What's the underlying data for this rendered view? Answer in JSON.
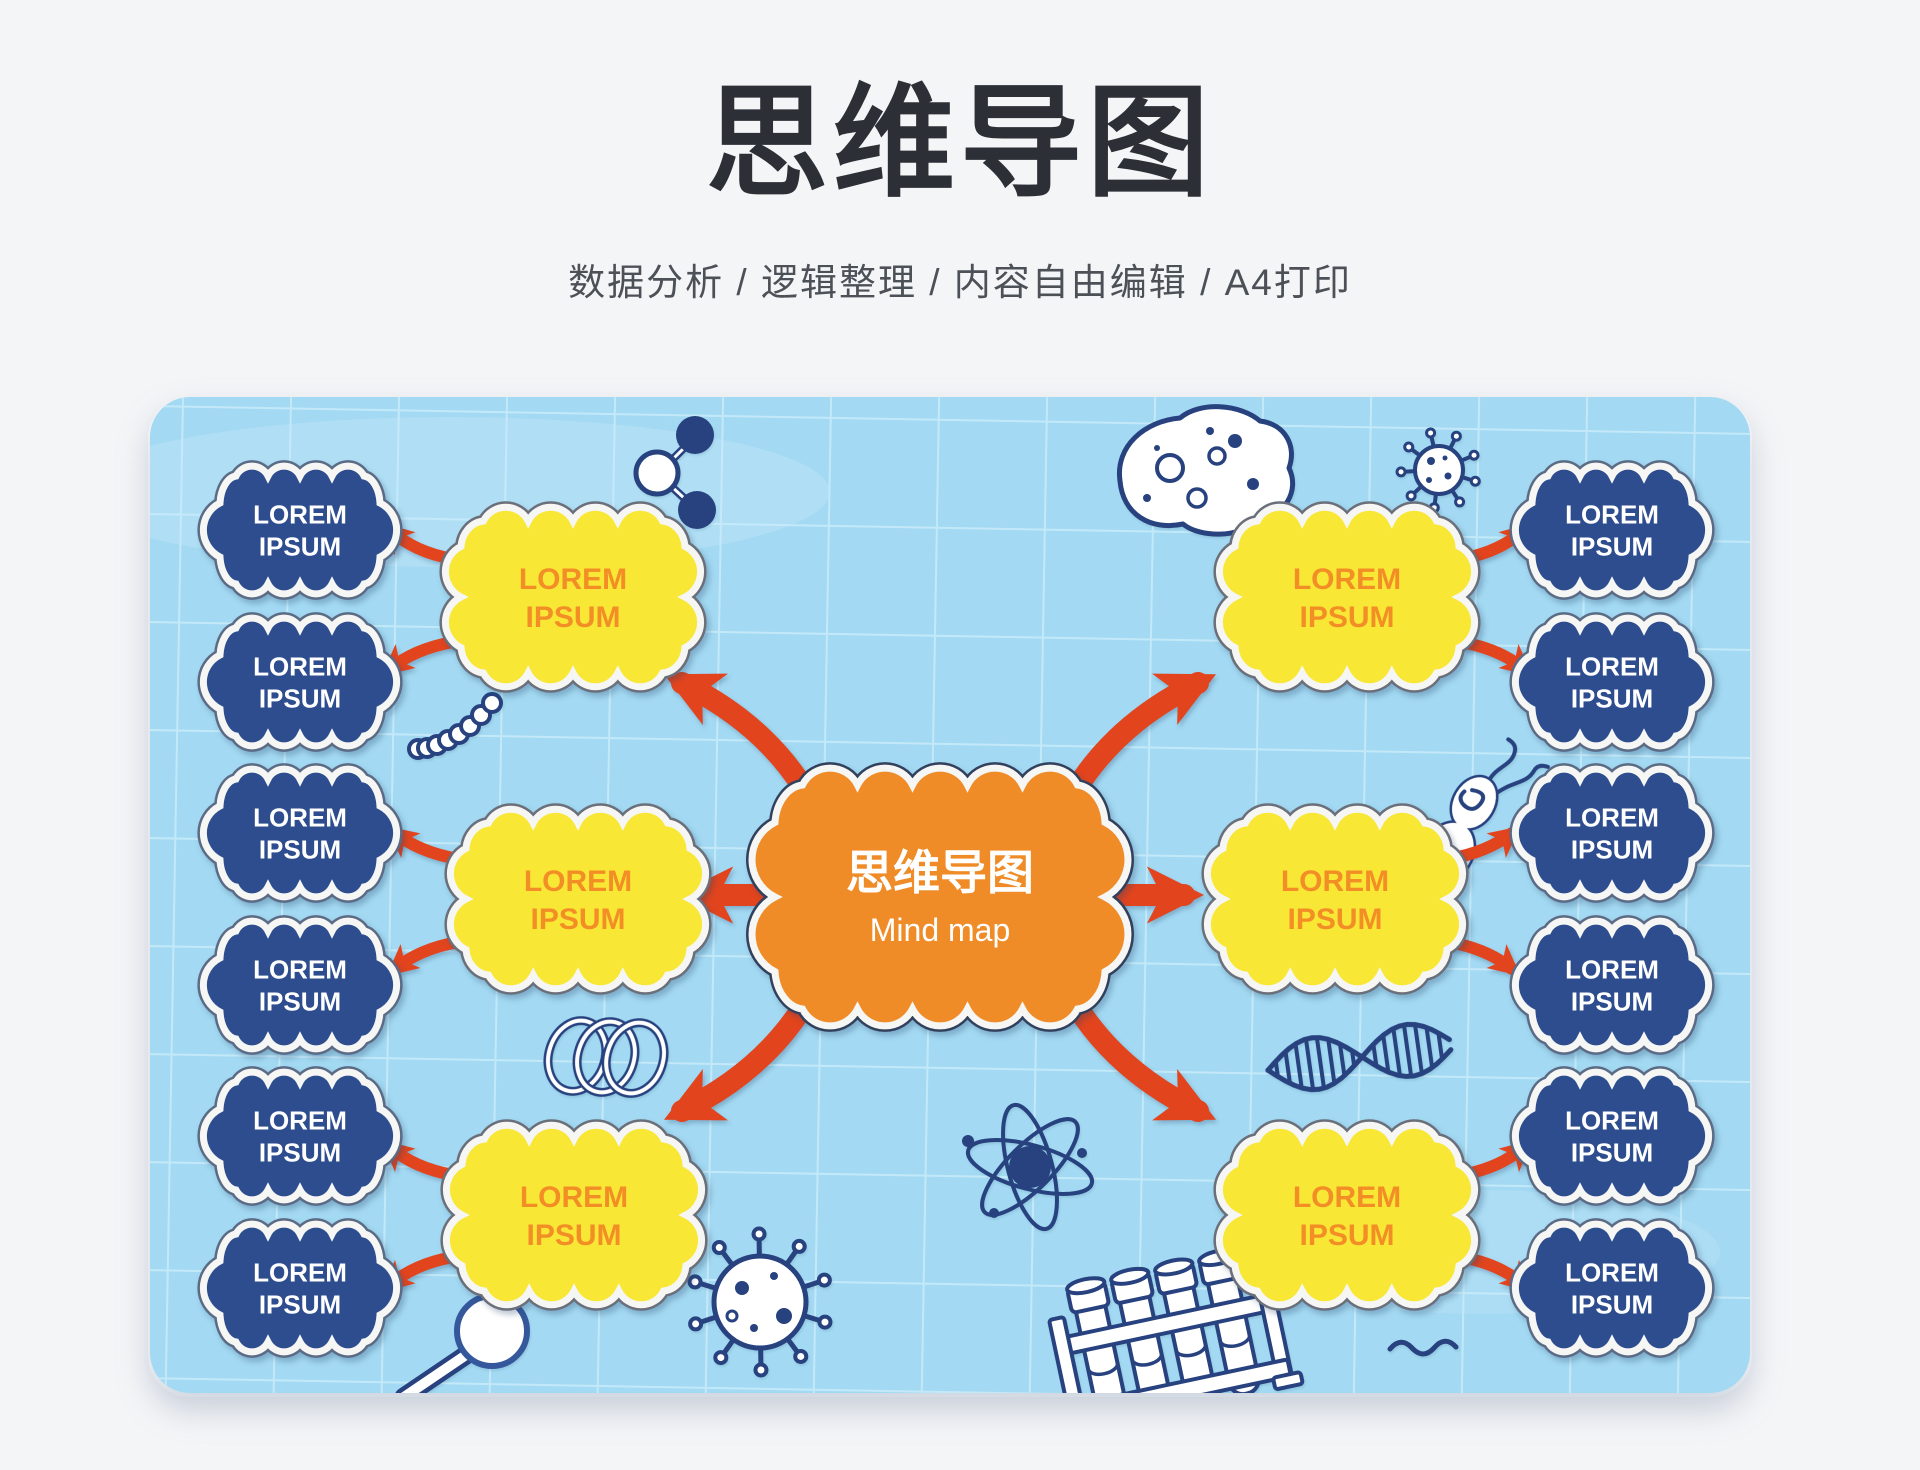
{
  "page": {
    "title": "思维导图",
    "subtitle": "数据分析 / 逻辑整理 / 内容自由编辑 / A4打印"
  },
  "mindmap": {
    "center": {
      "title": "思维导图",
      "subtitle": "Mind map"
    },
    "left_branches": [
      {
        "label": "LOREM IPSUM",
        "children": [
          {
            "label": "LOREM IPSUM"
          },
          {
            "label": "LOREM IPSUM"
          }
        ]
      },
      {
        "label": "LOREM IPSUM",
        "children": [
          {
            "label": "LOREM IPSUM"
          },
          {
            "label": "LOREM IPSUM"
          }
        ]
      },
      {
        "label": "LOREM IPSUM",
        "children": [
          {
            "label": "LOREM IPSUM"
          },
          {
            "label": "LOREM IPSUM"
          }
        ]
      }
    ],
    "right_branches": [
      {
        "label": "LOREM IPSUM",
        "children": [
          {
            "label": "LOREM IPSUM"
          },
          {
            "label": "LOREM IPSUM"
          }
        ]
      },
      {
        "label": "LOREM IPSUM",
        "children": [
          {
            "label": "LOREM IPSUM"
          },
          {
            "label": "LOREM IPSUM"
          }
        ]
      },
      {
        "label": "LOREM IPSUM",
        "children": [
          {
            "label": "LOREM IPSUM"
          },
          {
            "label": "LOREM IPSUM"
          }
        ]
      }
    ]
  },
  "doodles": [
    "molecule",
    "bead-chain",
    "amoeba",
    "virus",
    "bacteria",
    "spiral",
    "magnifier",
    "big-virus",
    "atom",
    "dna-helix",
    "test-tube-rack",
    "squiggle"
  ],
  "colors": {
    "title_text": "#2c3036",
    "subtitle_text": "#4c5158",
    "panel_bg": "#a3d9f2",
    "grid_line": "#c9ecfb",
    "center_fill": "#ef8c28",
    "center_text": "#ffffff",
    "center_outline": "#32405c",
    "branch_fill": "#f9e736",
    "branch_text": "#f28e25",
    "branch_outline": "#6a6f7a",
    "leaf_fill": "#2d4d8f",
    "leaf_text": "#ffffff",
    "leaf_outline": "#5b6b85",
    "rim": "#f6f6f4",
    "arrow": "#e2441d",
    "doodle_stroke": "#27427f"
  }
}
